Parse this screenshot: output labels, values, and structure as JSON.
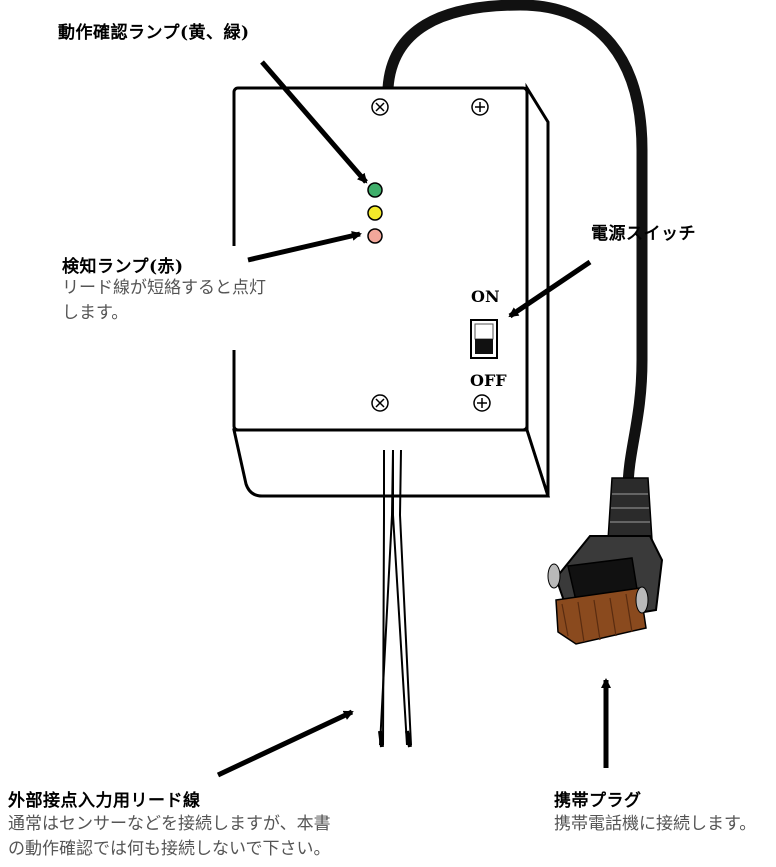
{
  "labels": {
    "status_lamp_title": "動作確認ランプ(黄、緑)",
    "detect_lamp_title": "検知ランプ(赤)",
    "detect_lamp_desc_1": "リード線が短絡すると点灯",
    "detect_lamp_desc_2": "します。",
    "power_switch_title": "電源スイッチ",
    "switch_on": "ON",
    "switch_off": "OFF",
    "lead_wire_title": "外部接点入力用リード線",
    "lead_wire_desc_1": "通常はセンサーなどを接続しますが、本書",
    "lead_wire_desc_2": "の動作確認では何も接続しないで下さい。",
    "plug_title": "携帯プラグ",
    "plug_desc": "携帯電話機に接続します。"
  },
  "lamps": [
    {
      "name": "green",
      "color": "#3fae6a"
    },
    {
      "name": "yellow",
      "color": "#f3ea2a"
    },
    {
      "name": "red",
      "color": "#f2a79a"
    }
  ],
  "colors": {
    "plug_body": "#3a3a3a",
    "plug_connector": "#8a4a1e",
    "plug_clip": "#b9b9b9"
  }
}
